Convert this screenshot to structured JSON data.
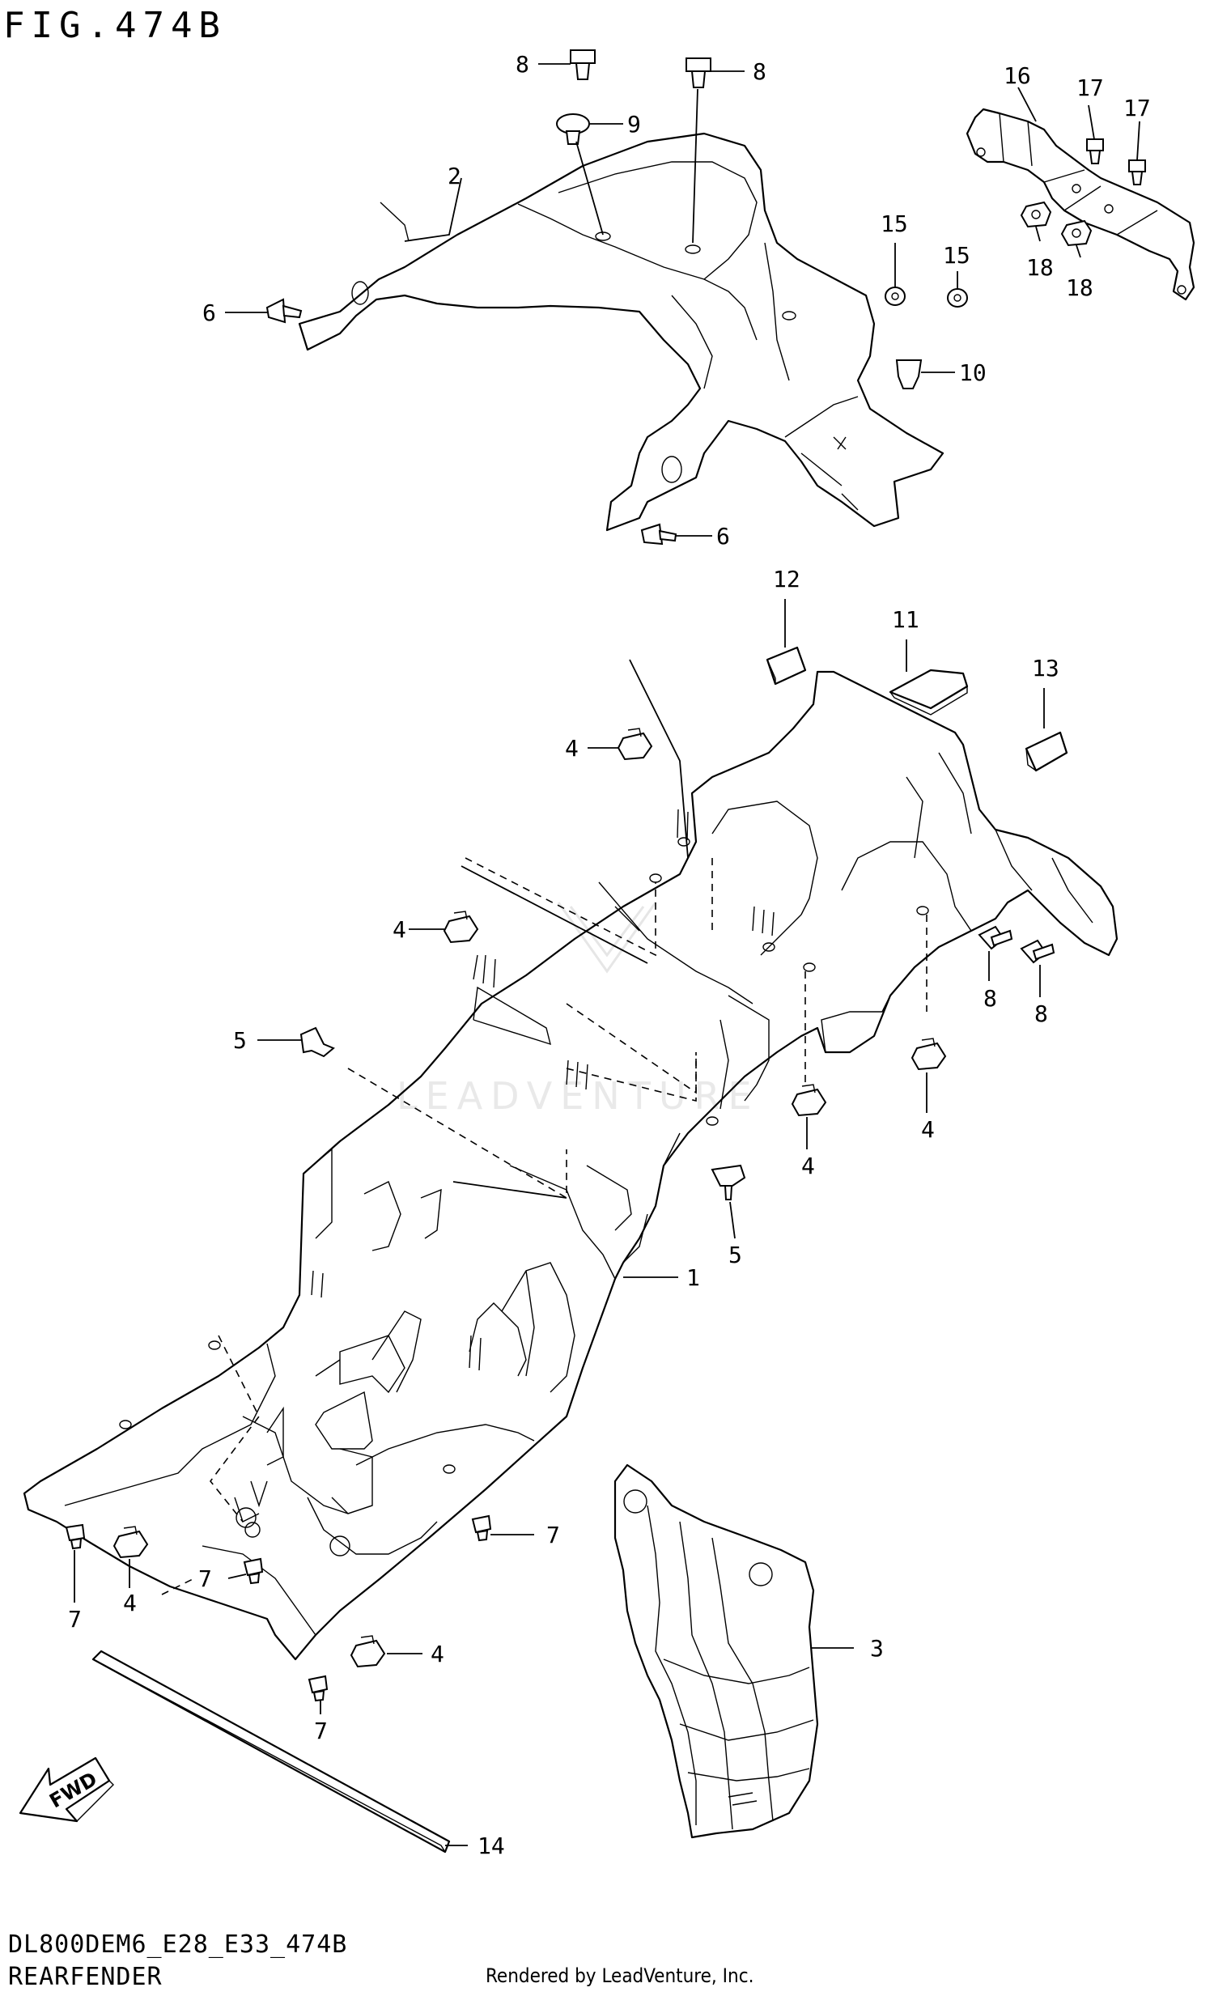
{
  "figure": {
    "title": "FIG.474B",
    "model_code": "DL800DEM6_E28_E33_474B",
    "section": "REARFENDER",
    "rendered_by": "Rendered by LeadVenture, Inc.",
    "watermark": "LEADVENTURE",
    "direction_label": "FWD"
  },
  "callouts": [
    {
      "id": "c8a",
      "ref": "8"
    },
    {
      "id": "c8b",
      "ref": "8"
    },
    {
      "id": "c9",
      "ref": "9"
    },
    {
      "id": "c2",
      "ref": "2"
    },
    {
      "id": "c6a",
      "ref": "6"
    },
    {
      "id": "c6b",
      "ref": "6"
    },
    {
      "id": "c15a",
      "ref": "15"
    },
    {
      "id": "c15b",
      "ref": "15"
    },
    {
      "id": "c10",
      "ref": "10"
    },
    {
      "id": "c16",
      "ref": "16"
    },
    {
      "id": "c17a",
      "ref": "17"
    },
    {
      "id": "c17b",
      "ref": "17"
    },
    {
      "id": "c18a",
      "ref": "18"
    },
    {
      "id": "c18b",
      "ref": "18"
    },
    {
      "id": "c12",
      "ref": "12"
    },
    {
      "id": "c11",
      "ref": "11"
    },
    {
      "id": "c13",
      "ref": "13"
    },
    {
      "id": "c4a",
      "ref": "4"
    },
    {
      "id": "c4b",
      "ref": "4"
    },
    {
      "id": "c4c",
      "ref": "4"
    },
    {
      "id": "c4d",
      "ref": "4"
    },
    {
      "id": "c4e",
      "ref": "4"
    },
    {
      "id": "c4f",
      "ref": "4"
    },
    {
      "id": "c5a",
      "ref": "5"
    },
    {
      "id": "c5b",
      "ref": "5"
    },
    {
      "id": "c8c",
      "ref": "8"
    },
    {
      "id": "c8d",
      "ref": "8"
    },
    {
      "id": "c1",
      "ref": "1"
    },
    {
      "id": "c3",
      "ref": "3"
    },
    {
      "id": "c7a",
      "ref": "7"
    },
    {
      "id": "c7b",
      "ref": "7"
    },
    {
      "id": "c7c",
      "ref": "7"
    },
    {
      "id": "c7d",
      "ref": "7"
    },
    {
      "id": "c14",
      "ref": "14"
    }
  ]
}
